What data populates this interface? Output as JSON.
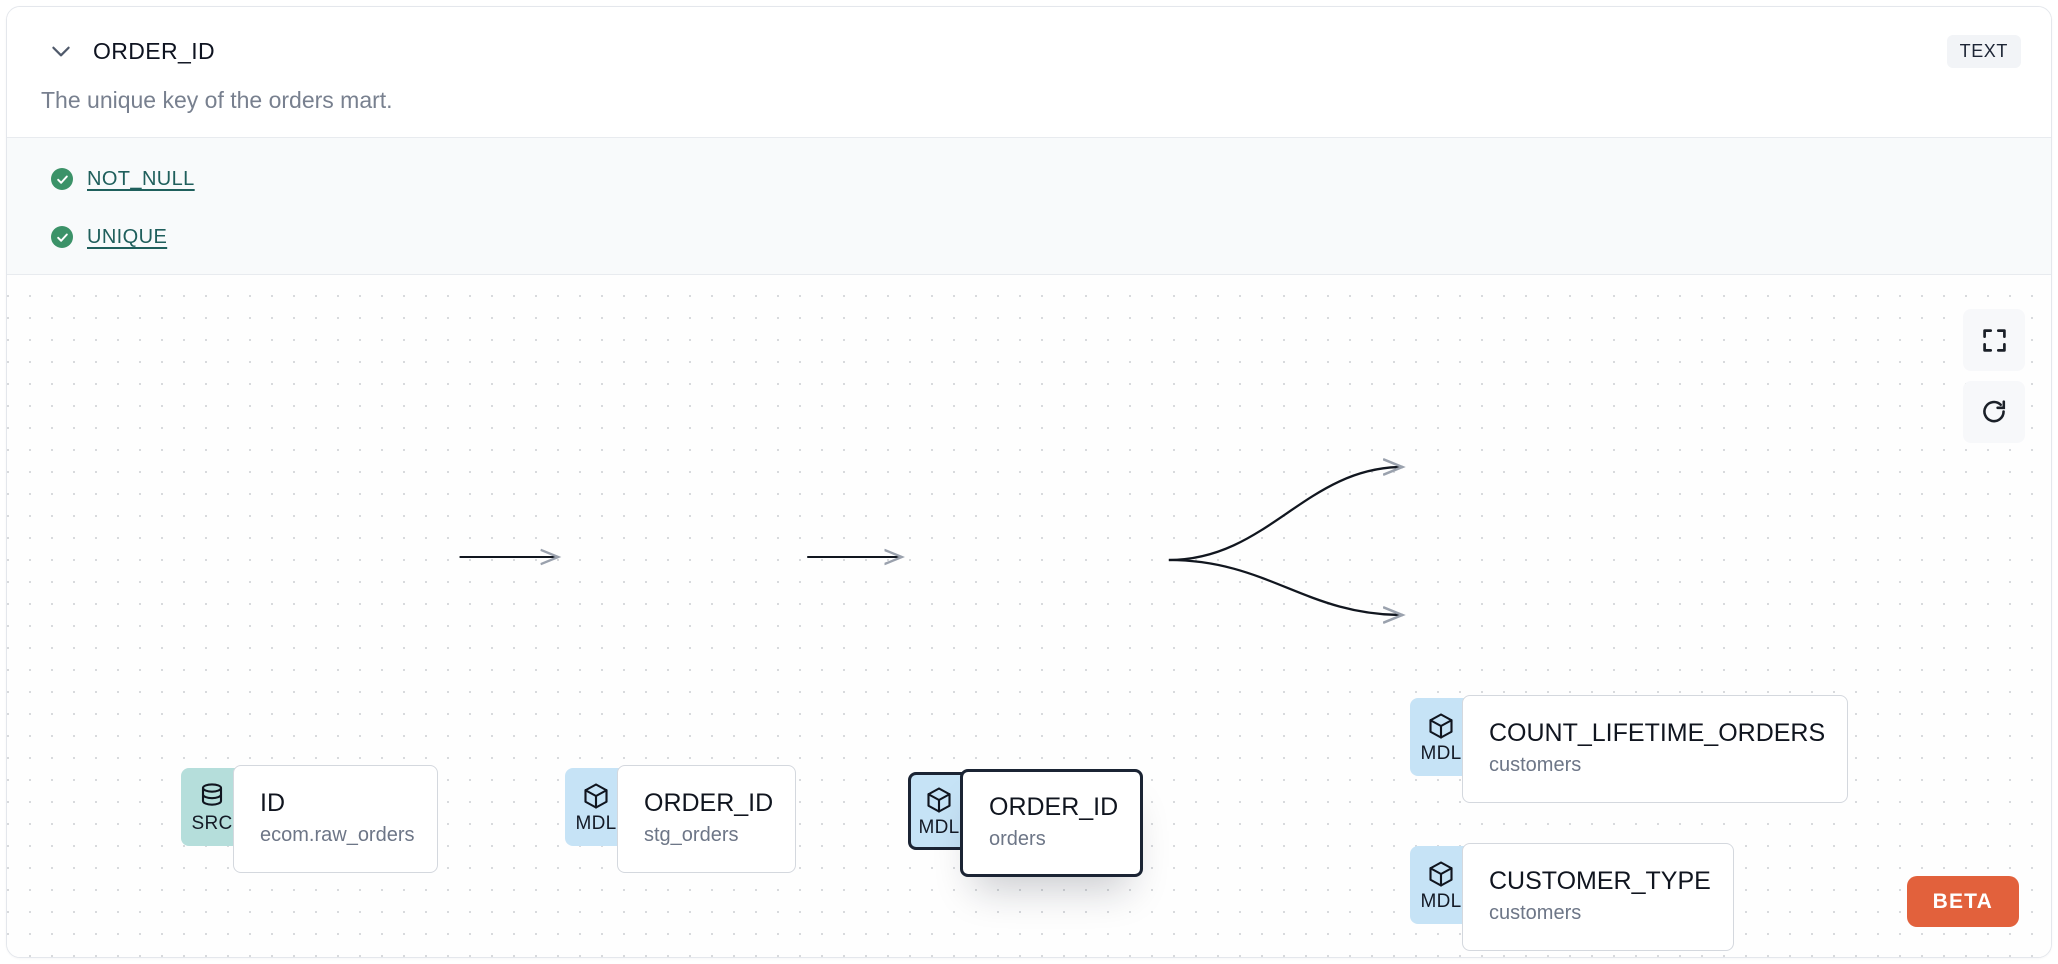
{
  "header": {
    "chevron_icon": "chevron-down-icon",
    "column_name": "ORDER_ID",
    "data_type_badge": "TEXT",
    "description": "The unique key of the orders mart."
  },
  "tests": [
    {
      "icon": "check-circle-icon",
      "label": "NOT_NULL",
      "status": "pass"
    },
    {
      "icon": "check-circle-icon",
      "label": "UNIQUE",
      "status": "pass"
    }
  ],
  "lineage": {
    "nodes": [
      {
        "id": "src",
        "badge": "SRC",
        "badge_icon": "database-icon",
        "name": "ID",
        "sub": "ecom.raw_orders",
        "selected": false
      },
      {
        "id": "stg",
        "badge": "MDL",
        "badge_icon": "cube-icon",
        "name": "ORDER_ID",
        "sub": "stg_orders",
        "selected": false
      },
      {
        "id": "orders",
        "badge": "MDL",
        "badge_icon": "cube-icon",
        "name": "ORDER_ID",
        "sub": "orders",
        "selected": true
      },
      {
        "id": "count",
        "badge": "MDL",
        "badge_icon": "cube-icon",
        "name": "COUNT_LIFETIME_ORDERS",
        "sub": "customers",
        "selected": false
      },
      {
        "id": "custtype",
        "badge": "MDL",
        "badge_icon": "cube-icon",
        "name": "CUSTOMER_TYPE",
        "sub": "customers",
        "selected": false
      }
    ],
    "edges": [
      {
        "from": "src",
        "to": "stg",
        "style": "straight"
      },
      {
        "from": "stg",
        "to": "orders",
        "style": "straight"
      },
      {
        "from": "orders",
        "to": "count",
        "style": "bezier"
      },
      {
        "from": "orders",
        "to": "custtype",
        "style": "bezier"
      }
    ]
  },
  "controls": [
    {
      "name": "fit-view-button",
      "icon": "fit-screen-icon"
    },
    {
      "name": "reset-button",
      "icon": "refresh-icon"
    }
  ],
  "beta_badge": "BETA",
  "colors": {
    "src_badge": "#b5dedb",
    "mdl_badge": "#c6e3f6",
    "beta": "#e2613c",
    "test_pass": "#3b9268",
    "test_link": "#1f5f5c",
    "selected_border": "#1b2434"
  }
}
